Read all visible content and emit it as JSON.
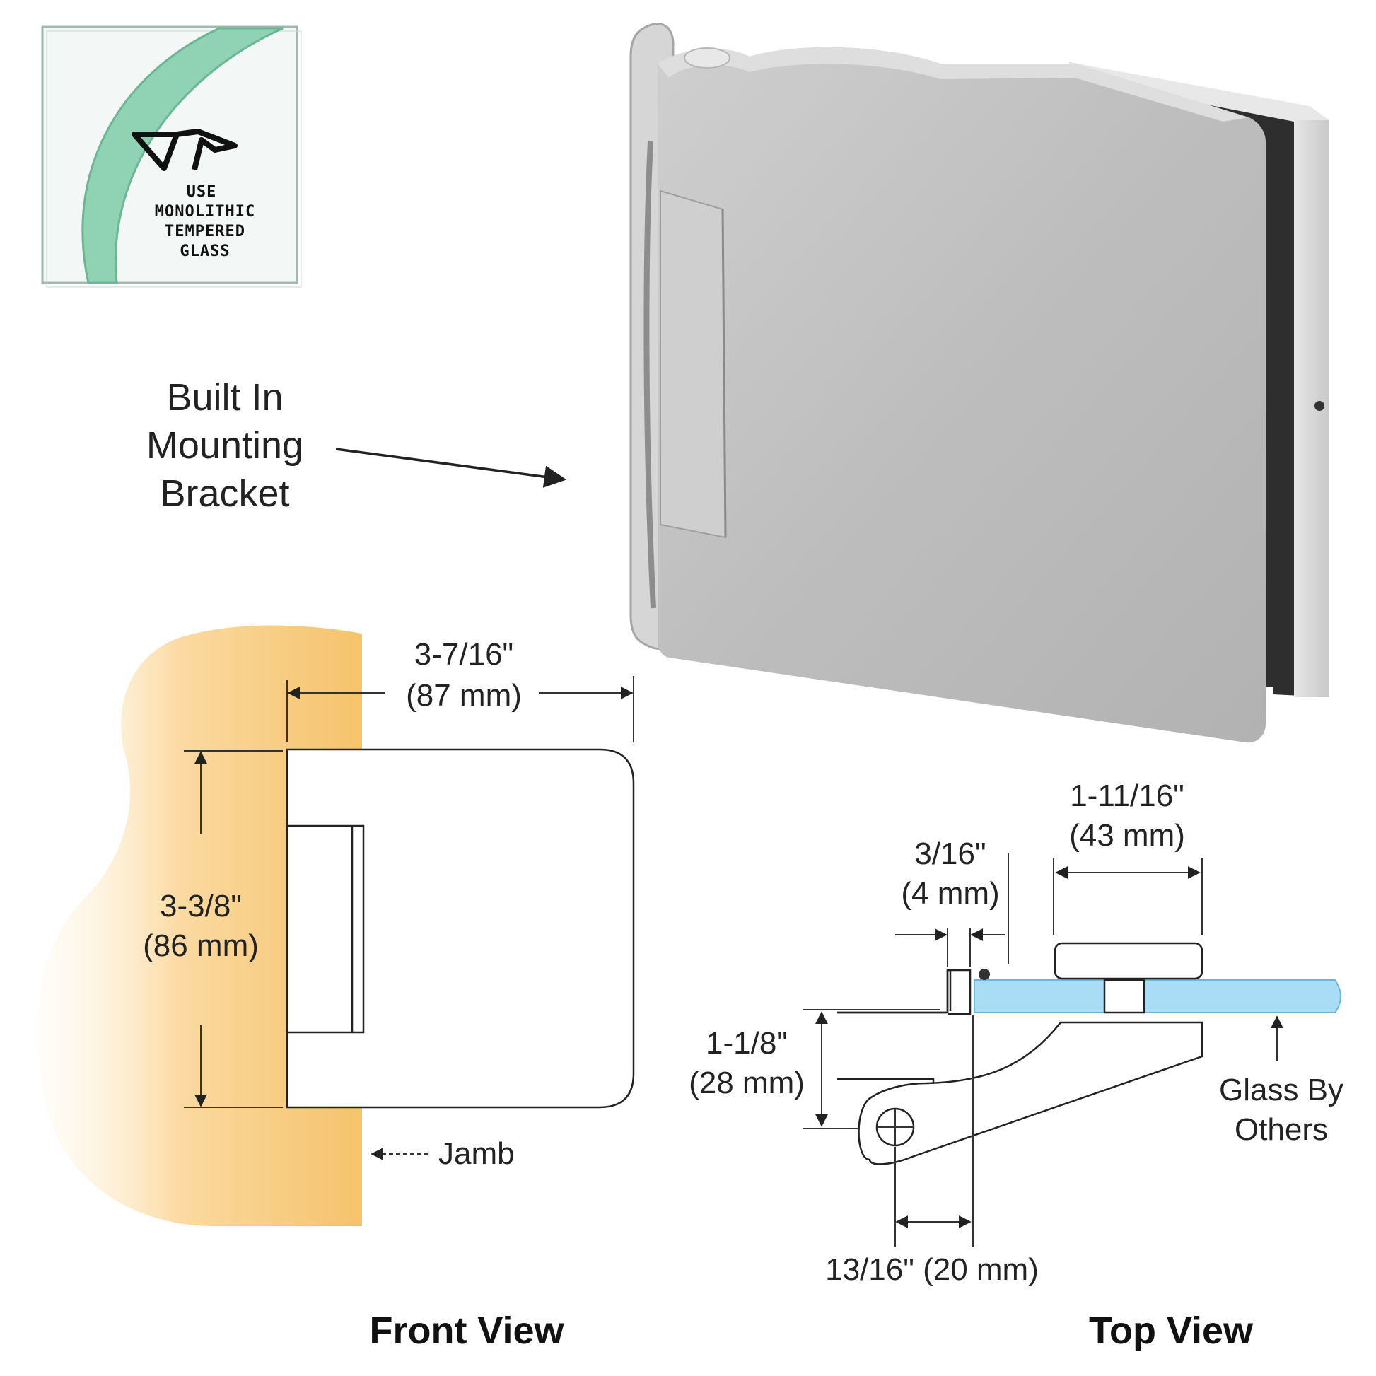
{
  "badge": {
    "line1": "USE",
    "line2": "MONOLITHIC",
    "line3": "TEMPERED",
    "line4": "GLASS"
  },
  "callout": {
    "line1": "Built In",
    "line2": "Mounting",
    "line3": "Bracket"
  },
  "front_view": {
    "title": "Front View",
    "width_in": "3-7/16\"",
    "width_mm": "(87 mm)",
    "height_in": "3-3/8\"",
    "height_mm": "(86 mm)",
    "jamb_label": "Jamb"
  },
  "top_view": {
    "title": "Top View",
    "offset_in": "3/16\"",
    "offset_mm": "(4 mm)",
    "clamp_in": "1-11/16\"",
    "clamp_mm": "(43 mm)",
    "depth_in": "1-1/8\"",
    "depth_mm": "(28 mm)",
    "pivot_label": "13/16\" (20 mm)",
    "glass_line1": "Glass By",
    "glass_line2": "Others"
  },
  "colors": {
    "jamb": "#f7c46a",
    "glass": "#a9dcf5",
    "metal": "#bcbcbc",
    "badge_glass": "#8fd3b4"
  }
}
